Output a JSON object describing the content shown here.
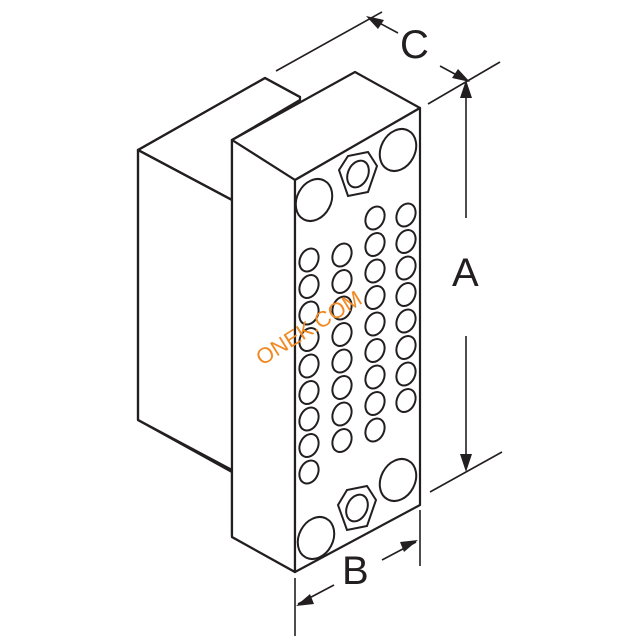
{
  "diagram": {
    "labels": {
      "a": "A",
      "b": "B",
      "c": "C"
    },
    "watermark": "ONEK.COM",
    "colors": {
      "line": "#231f20",
      "watermark": "#f08a24",
      "background": "#ffffff"
    }
  }
}
